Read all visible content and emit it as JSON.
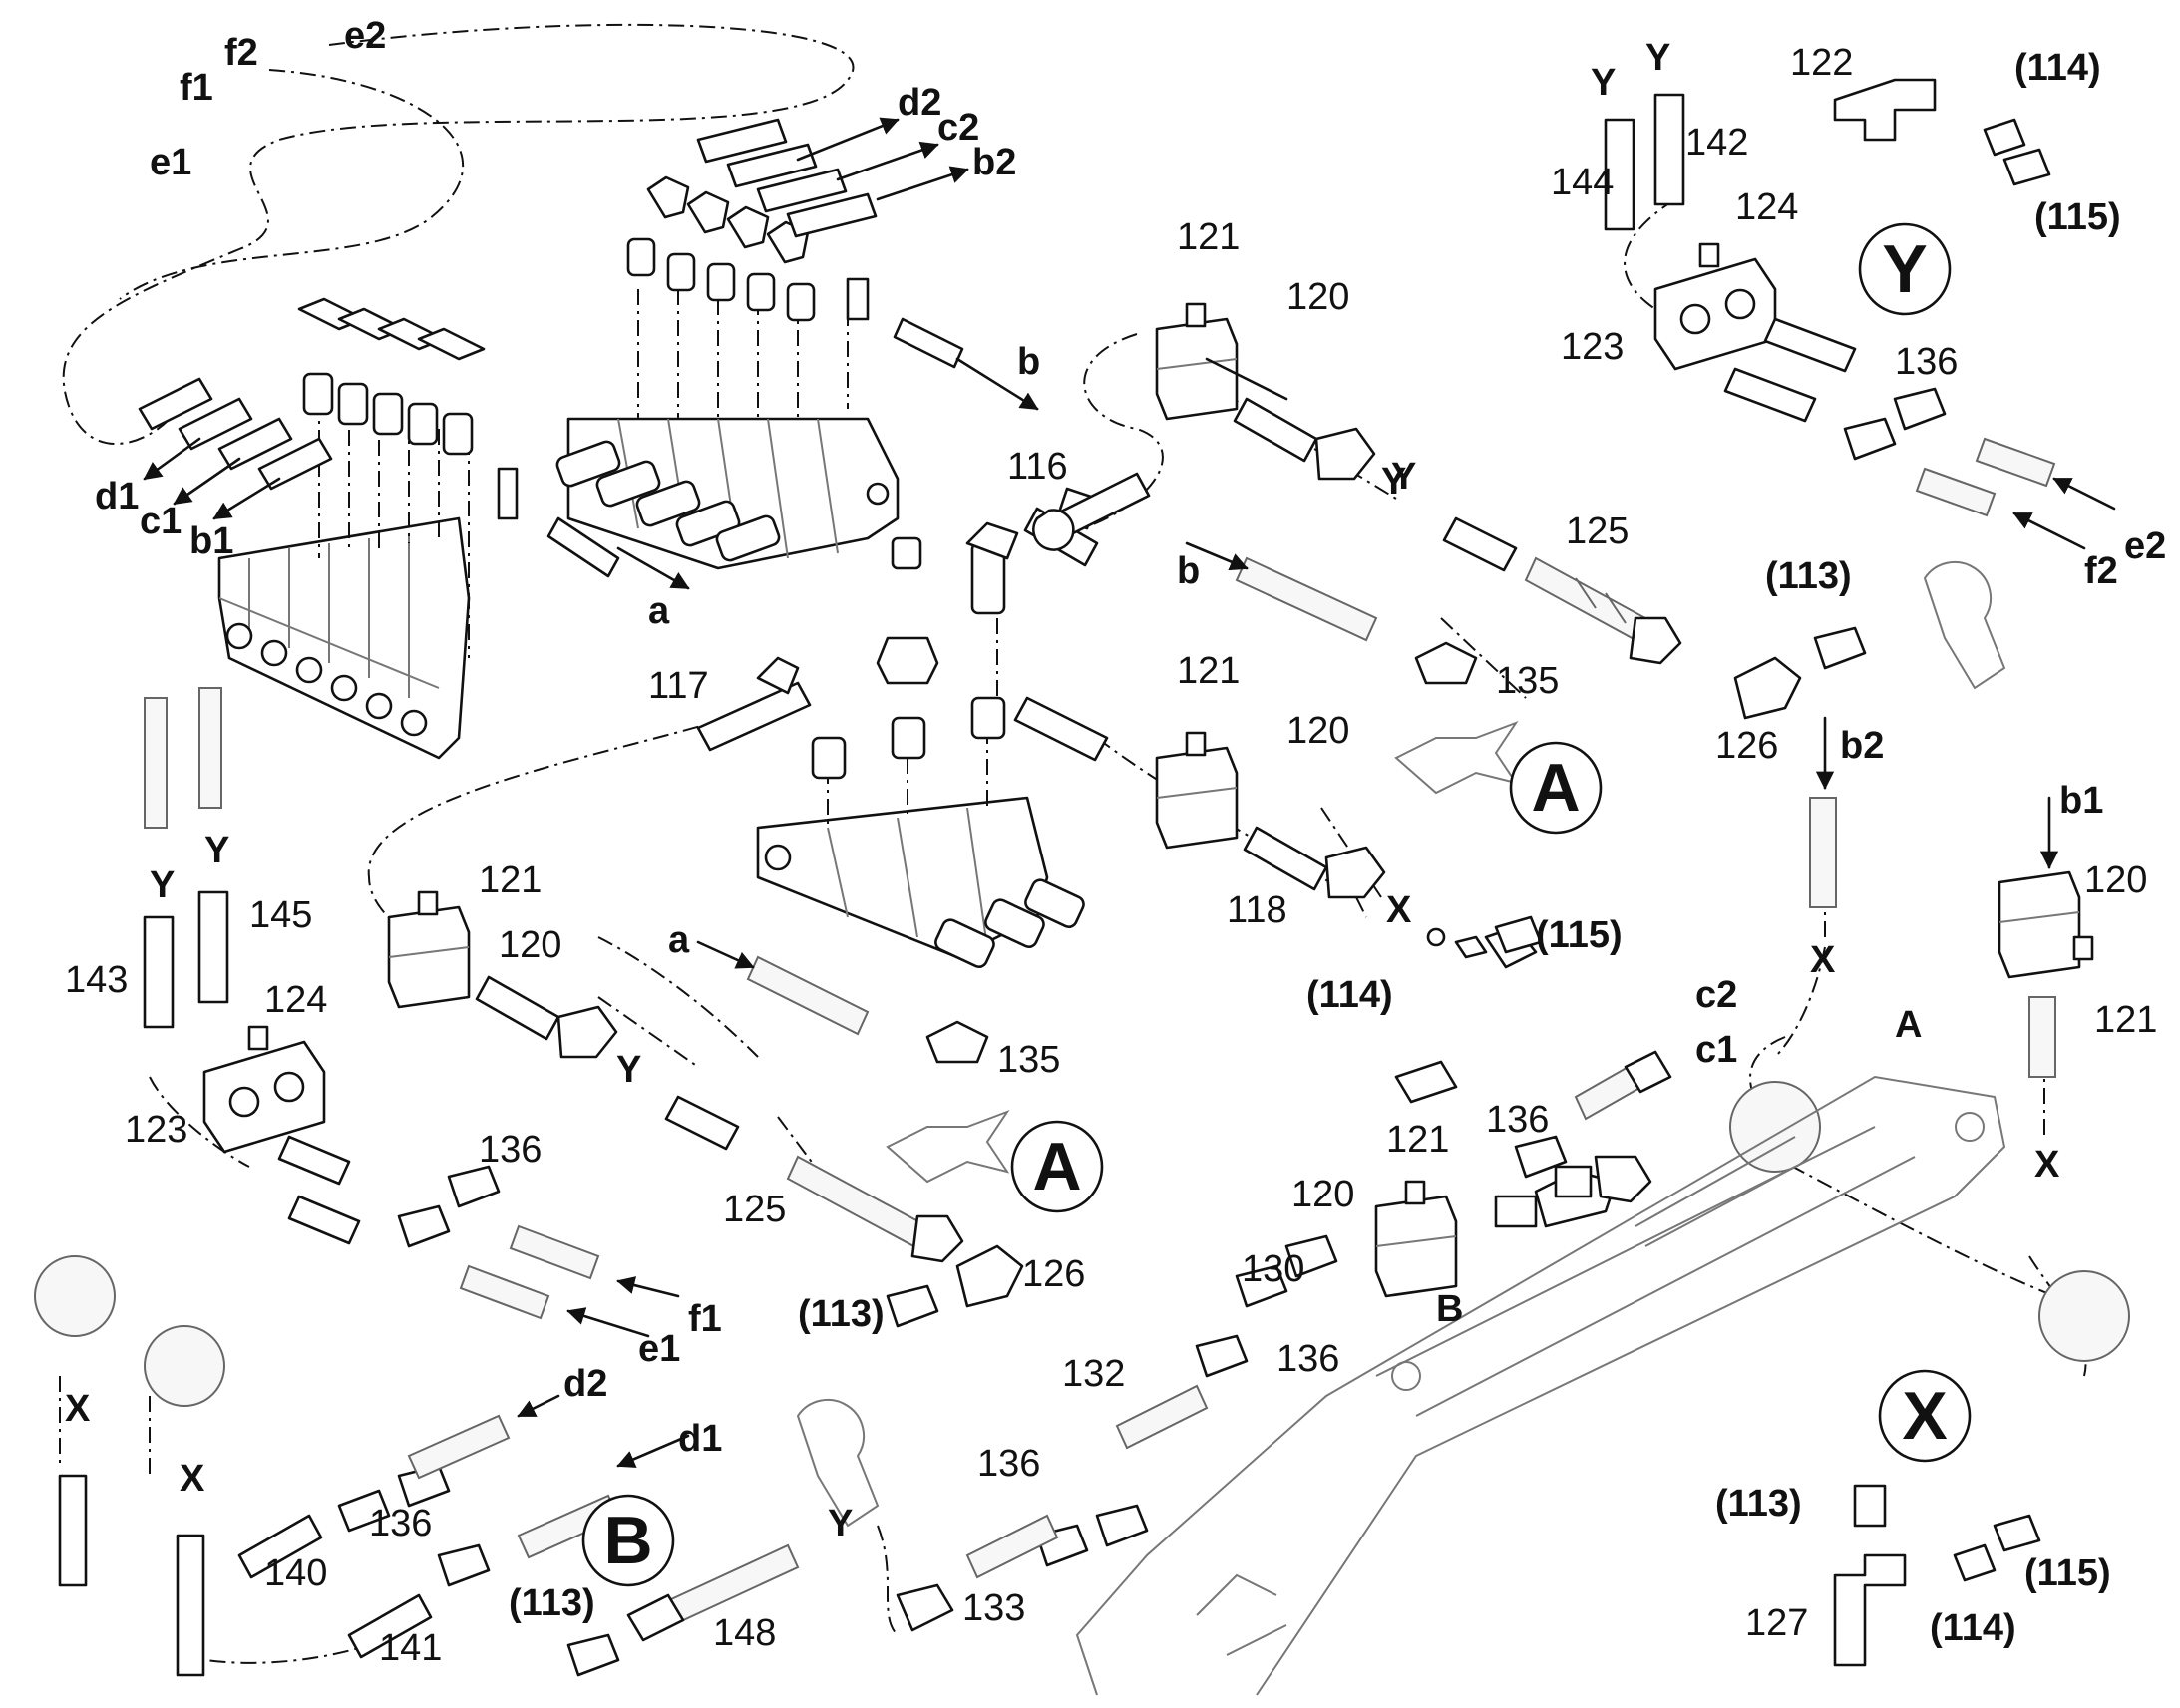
{
  "callouts": {
    "c_A1": "A",
    "c_A2": "A",
    "c_Y": "Y",
    "c_X": "X",
    "c_B": "B",
    "A_lower": "A",
    "B_lower": "B",
    "n121a": "121",
    "n120a": "120",
    "n116": "116",
    "n125a": "125",
    "n113a": "(113)",
    "n126a": "126",
    "n135a": "135",
    "n121b": "121",
    "n120b": "120",
    "n118": "118",
    "n114a": "(114)",
    "n115a": "(115)",
    "n117": "117",
    "n121c": "121",
    "n120c": "120",
    "n124a": "124",
    "n123a": "123",
    "n143": "143",
    "n145": "145",
    "n125b": "125",
    "n136a": "136",
    "n126b": "126",
    "n113b": "(113)",
    "n135b": "135",
    "n122": "122",
    "n114b": "(114)",
    "n115b": "(115)",
    "n144": "144",
    "n142": "142",
    "n124b": "124",
    "n123b": "123",
    "n136b": "136",
    "n120d": "120",
    "n121d": "121",
    "n121e": "121",
    "n120e": "120",
    "n136c": "136",
    "n130": "130",
    "n136d": "136",
    "n132": "132",
    "n136e": "136",
    "n133": "133",
    "n148": "148",
    "n113c": "(113)",
    "n140": "140",
    "n136f": "136",
    "n141": "141",
    "n113d": "(113)",
    "n127": "127",
    "n114c": "(114)",
    "n115c": "(115)"
  },
  "hose_ends": {
    "e2": "e2",
    "f2": "f2",
    "f1": "f1",
    "e1": "e1",
    "d1": "d1",
    "c1": "c1",
    "b1": "b1",
    "d2": "d2",
    "c2": "c2",
    "b2": "b2",
    "b": "b",
    "a": "a",
    "b_left": "b",
    "a_left": "a",
    "f1_low": "f1",
    "e1_low": "e1",
    "d2_low": "d2",
    "d1_low": "d1",
    "e2_r": "e2",
    "f2_r": "f2",
    "b2_r": "b2",
    "b1_r": "b1",
    "c2_r": "c2",
    "c1_r": "c1"
  },
  "section_marks": {
    "Y_a": "Y",
    "Y_b": "Y",
    "Y_c": "Y",
    "Y_d": "Y",
    "Y_e": "Y",
    "Y_f": "Y",
    "Y_g": "Y",
    "Y_h": "Y",
    "X_a": "X",
    "X_b": "X",
    "X_c": "X",
    "X_d": "X",
    "X_e": "X"
  },
  "icons": [
    "arrow-icon",
    "callout-circle-icon",
    "hose-fitting-icon",
    "valve-block-icon",
    "clamp-block-icon",
    "boom-arm-icon"
  ]
}
